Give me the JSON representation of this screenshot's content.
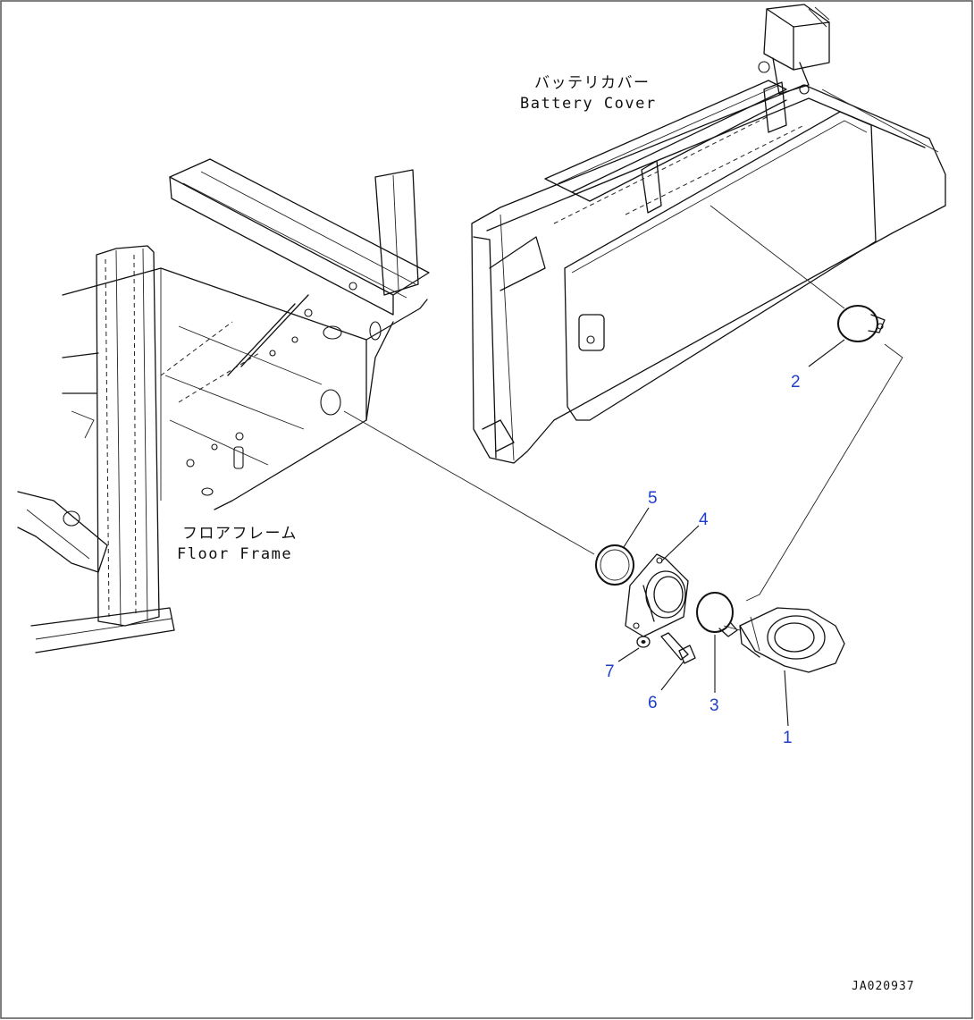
{
  "diagram": {
    "labels": {
      "battery_cover_jp": "バッテリカバー",
      "battery_cover_en": "Battery Cover",
      "floor_frame_jp": "フロアフレーム",
      "floor_frame_en": "Floor Frame"
    },
    "callouts": [
      "1",
      "2",
      "3",
      "4",
      "5",
      "6",
      "7"
    ],
    "drawing_id": "JA020937",
    "colors": {
      "line": "#111111",
      "callout": "#1f3fc8",
      "background": "#ffffff"
    }
  }
}
